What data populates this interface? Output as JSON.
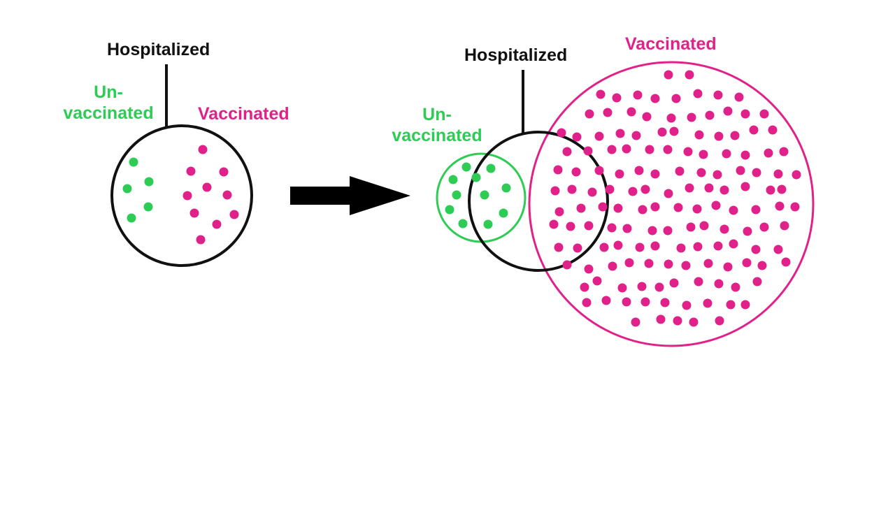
{
  "colors": {
    "hospitalized": "#111111",
    "unvaccinated": "#2ecc55",
    "vaccinated": "#e0218a",
    "arrow": "#000000"
  },
  "left": {
    "hospitalized_label": "Hospitalized",
    "unvaccinated_label_line1": "Un-",
    "unvaccinated_label_line2": "vaccinated",
    "vaccinated_label": "Vaccinated"
  },
  "right": {
    "hospitalized_label": "Hospitalized",
    "unvaccinated_label_line1": "Un-",
    "unvaccinated_label_line2": "vaccinated",
    "vaccinated_label": "Vaccinated"
  }
}
